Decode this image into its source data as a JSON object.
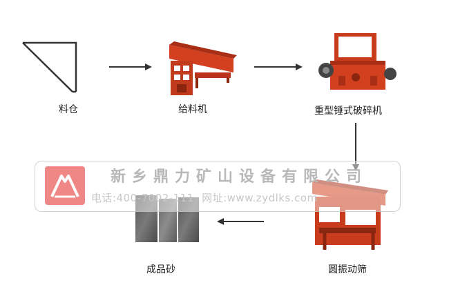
{
  "nodes": {
    "hopper": {
      "label": "料仓"
    },
    "feeder": {
      "label": "给料机"
    },
    "crusher": {
      "label": "重型锤式破碎机"
    },
    "screen": {
      "label": "圆振动筛"
    },
    "sand": {
      "label": "成品砂"
    }
  },
  "watermark": {
    "company": "新乡鼎力矿山设备有限公司",
    "phone": "电话:400-7002-111",
    "website": "网址:www.zydlks.com"
  },
  "colors": {
    "machine_red": "#d2401f",
    "arrow": "#333333",
    "logo_bg": "#f08787"
  }
}
